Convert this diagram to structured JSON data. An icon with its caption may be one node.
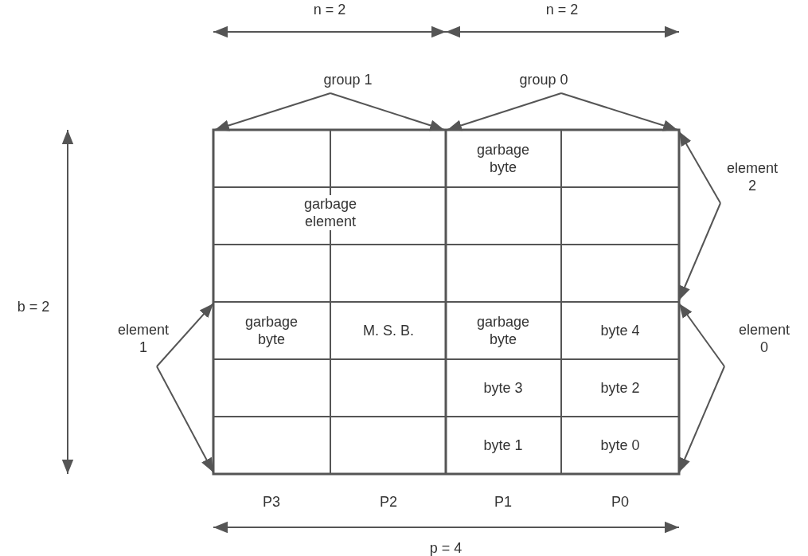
{
  "diagram": {
    "nodes": [
      {
        "text": [
          "group 1"
        ]
      },
      {
        "text": [
          "group 0"
        ]
      },
      {
        "text": [
          "element 2"
        ]
      },
      {
        "text": [
          "element 1"
        ]
      },
      {
        "text": [
          "element 0"
        ]
      }
    ],
    "edges": [
      {
        "from": 0,
        "to": null,
        "arrow": "to"
      },
      {
        "from": 0,
        "to": null,
        "arrow": "to"
      },
      {
        "from": 1,
        "to": null,
        "arrow": "to"
      },
      {
        "from": 1,
        "to": null,
        "arrow": "to"
      },
      {
        "from": 2,
        "to": null,
        "arrow": "to"
      },
      {
        "from": 2,
        "to": null,
        "arrow": "to"
      },
      {
        "from": 3,
        "to": null,
        "arrow": "to"
      },
      {
        "from": 3,
        "to": null,
        "arrow": "to"
      },
      {
        "from": 4,
        "to": null,
        "arrow": "to"
      },
      {
        "from": 4,
        "to": null,
        "arrow": "to"
      }
    ],
    "labels": [
      "n = 2",
      "n = 2",
      "garbage byte",
      "garbage element",
      "b = 2",
      "garbage byte",
      "M. S. B.",
      "garbage byte",
      "byte 4",
      "byte 3",
      "byte 2",
      "byte 1",
      "byte 0",
      "P3",
      "P2",
      "P1",
      "P0",
      "p = 4"
    ]
  }
}
